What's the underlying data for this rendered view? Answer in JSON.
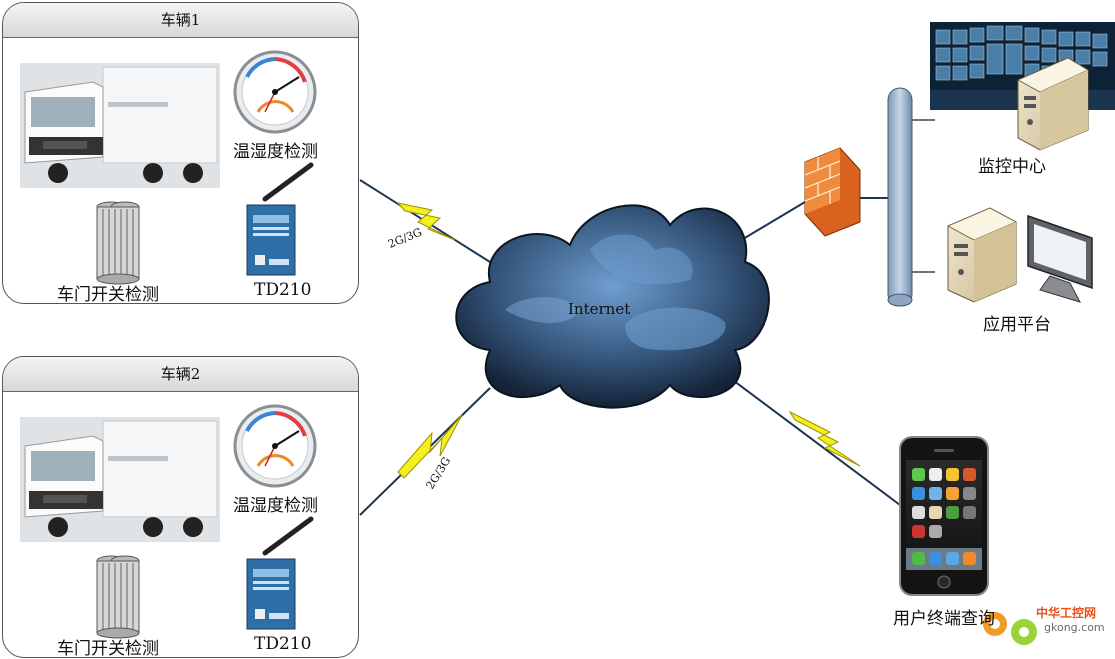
{
  "vehicles": [
    {
      "title": "车辆1",
      "sensor_temp_label": "温湿度检测",
      "sensor_door_label": "车门开关检测",
      "device_label": "TD210"
    },
    {
      "title": "车辆2",
      "sensor_temp_label": "温湿度检测",
      "sensor_door_label": "车门开关检测",
      "device_label": "TD210"
    }
  ],
  "network": {
    "cloud_label": "Internet",
    "link_label_1": "2G/3G",
    "link_label_2": "2G/3G"
  },
  "servers": {
    "monitor_label": "监控中心",
    "platform_label": "应用平台"
  },
  "user": {
    "terminal_label": "用户终端查询"
  },
  "watermark": {
    "text_cn": "中华工控网",
    "text_url": "gkong.com"
  },
  "colors": {
    "lightning": "#f0f020",
    "lightning_stroke": "#b0a000",
    "firewall": "#e8782a",
    "pipe": "#9db4d0",
    "cloud_dark": "#1c2f45",
    "cloud_light": "#5a85b5"
  }
}
